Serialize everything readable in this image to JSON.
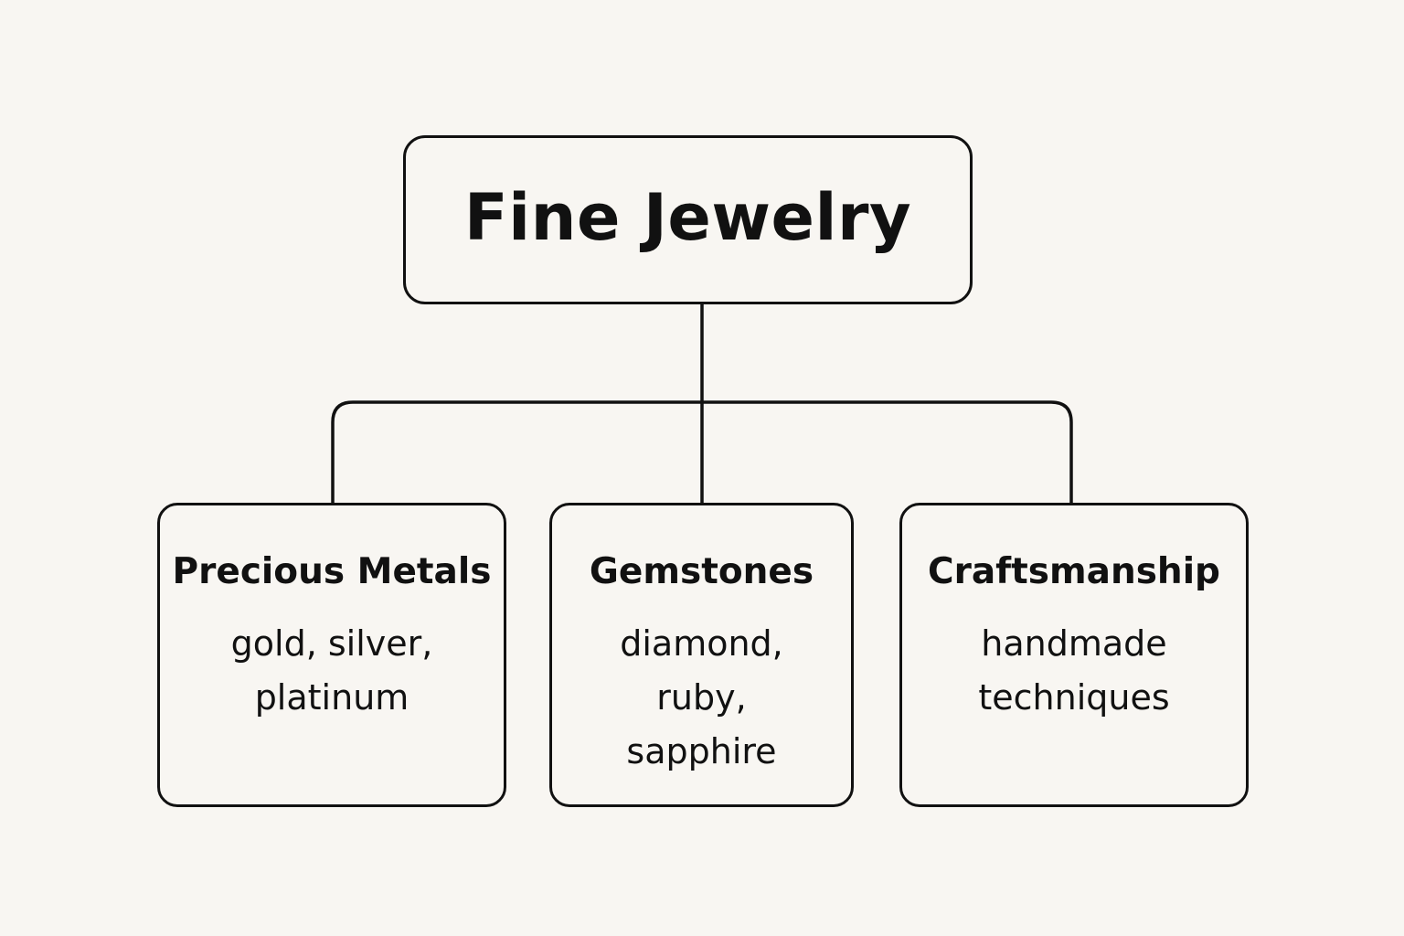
{
  "diagram": {
    "root": {
      "label": "Fine Jewelry"
    },
    "children": [
      {
        "title": "Precious Metals",
        "description": "gold, silver, platinum"
      },
      {
        "title": "Gemstones",
        "description": "diamond, ruby, sapphire"
      },
      {
        "title": "Craftsmanship",
        "description": "handmade techniques"
      }
    ],
    "colors": {
      "background": "#f8f6f2",
      "stroke": "#111111",
      "text": "#111111"
    }
  }
}
